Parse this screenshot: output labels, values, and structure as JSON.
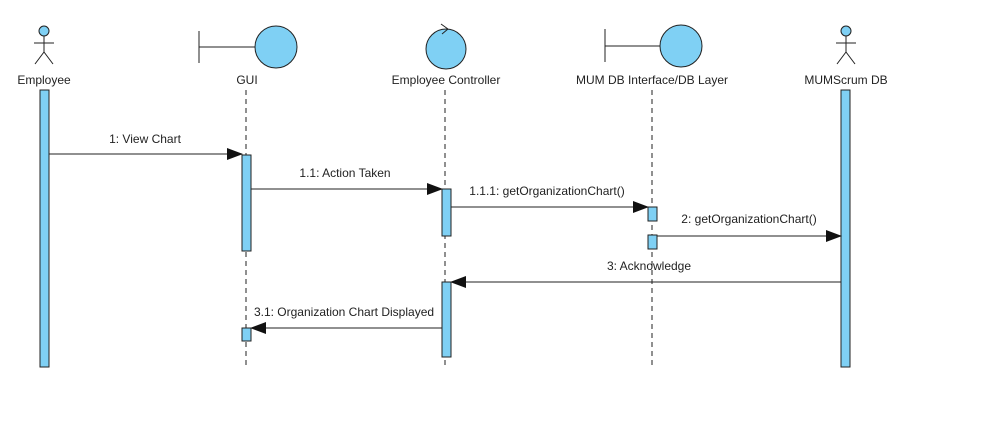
{
  "colors": {
    "fill": "#7fd0f4",
    "stroke": "#222222",
    "background": "#ffffff"
  },
  "participants": [
    {
      "id": "employee",
      "kind": "actor",
      "label": "Employee"
    },
    {
      "id": "gui",
      "kind": "boundary",
      "label": "GUI"
    },
    {
      "id": "controller",
      "kind": "control",
      "label": "Employee Controller"
    },
    {
      "id": "dblayer",
      "kind": "boundary",
      "label": "MUM DB Interface/DB Layer"
    },
    {
      "id": "db",
      "kind": "actor",
      "label": "MUMScrum DB"
    }
  ],
  "messages": [
    {
      "label": "1: View Chart",
      "from": "employee",
      "to": "gui",
      "kind": "call"
    },
    {
      "label": "1.1: Action Taken",
      "from": "gui",
      "to": "controller",
      "kind": "call"
    },
    {
      "label": "1.1.1: getOrganizationChart()",
      "from": "controller",
      "to": "dblayer",
      "kind": "call"
    },
    {
      "label": "2: getOrganizationChart()",
      "from": "dblayer",
      "to": "db",
      "kind": "call"
    },
    {
      "label": "3: Acknowledge",
      "from": "db",
      "to": "controller",
      "kind": "call"
    },
    {
      "label": "3.1: Organization Chart Displayed",
      "from": "controller",
      "to": "gui",
      "kind": "call"
    }
  ]
}
